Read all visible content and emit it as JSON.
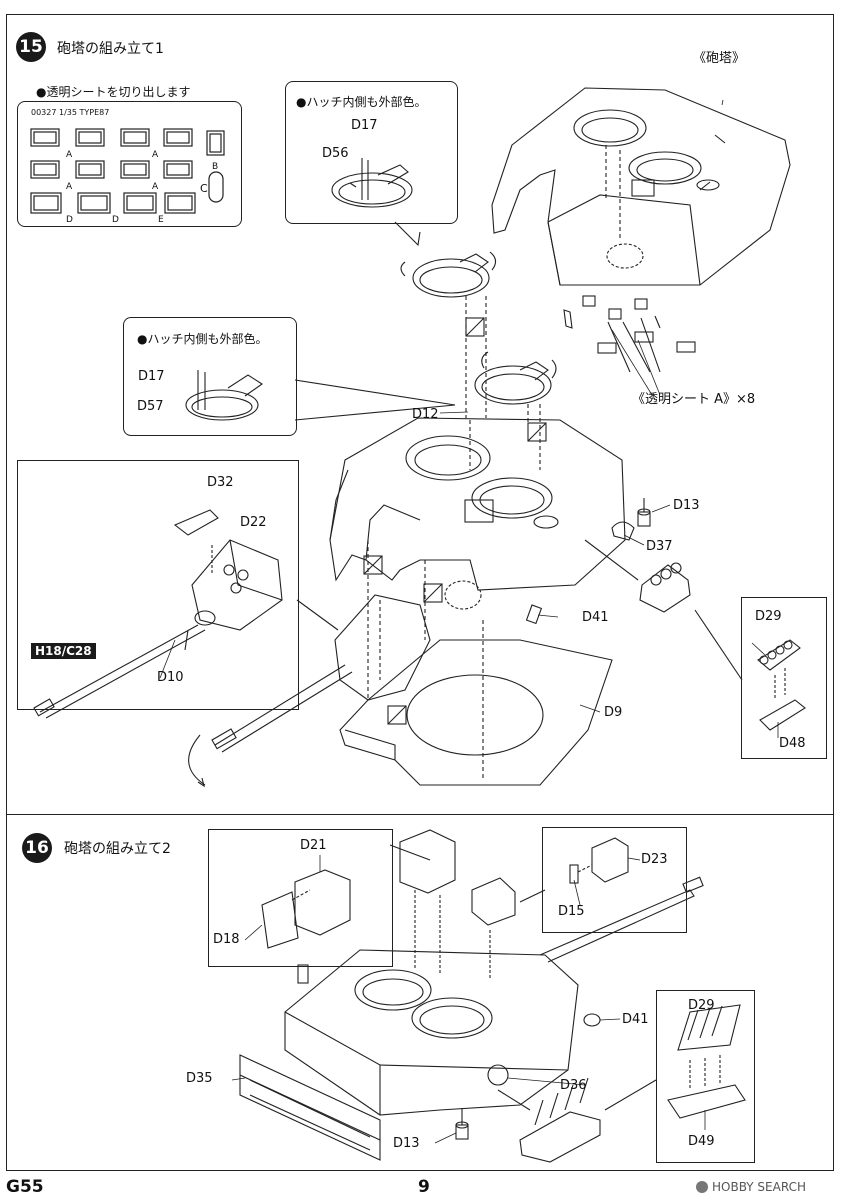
{
  "step15": {
    "number": "15",
    "title": "砲塔の組み立て1",
    "clear_sheet_note": "●透明シートを切り出します",
    "sheet_code": "00327 1/35 TYPE87",
    "sheet_letters": [
      "A",
      "A",
      "B",
      "A",
      "A",
      "C",
      "D",
      "D",
      "E"
    ],
    "hatch_note_1": "●ハッチ内側も外部色。",
    "hatch_note_2": "●ハッチ内側も外部色。",
    "turret_label": "《砲塔》",
    "clear_sheet_callout": "《透明シート A》×8",
    "paint_badge": "H18/C28",
    "parts": {
      "d17a": "D17",
      "d56": "D56",
      "d17b": "D17",
      "d57": "D57",
      "d12": "D12",
      "d13": "D13",
      "d37": "D37",
      "d32": "D32",
      "d22": "D22",
      "d10": "D10",
      "d41": "D41",
      "d29": "D29",
      "d48": "D48",
      "d9": "D9"
    }
  },
  "step16": {
    "number": "16",
    "title": "砲塔の組み立て2",
    "parts": {
      "d21": "D21",
      "d18": "D18",
      "d23": "D23",
      "d15": "D15",
      "d41": "D41",
      "d29": "D29",
      "d35": "D35",
      "d36": "D36",
      "d13": "D13",
      "d49": "D49"
    }
  },
  "footer": {
    "page_code": "G55",
    "page_number": "9",
    "watermark": "HOBBY SEARCH"
  }
}
